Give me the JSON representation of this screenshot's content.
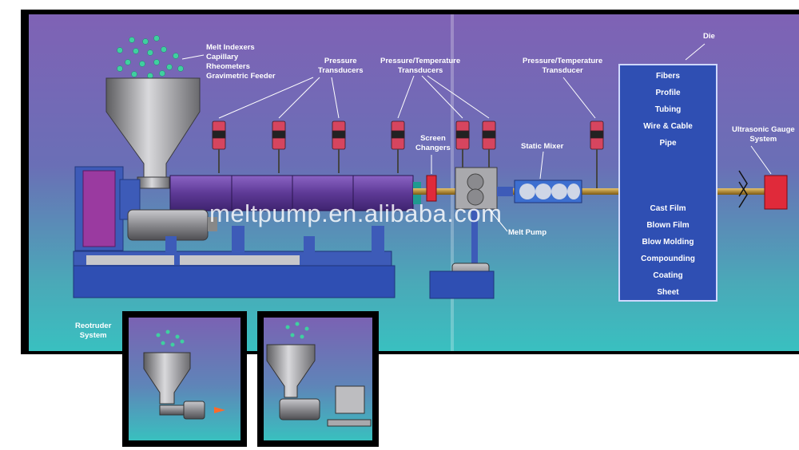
{
  "labels": {
    "melt_indexers": [
      "Melt Indexers",
      "Capillary",
      "Rheometers",
      "Gravimetric Feeder"
    ],
    "pressure_transducers": [
      "Pressure",
      "Transducers"
    ],
    "pt_transducers": [
      "Pressure/Temperature",
      "Transducers"
    ],
    "pt_transducer": [
      "Pressure/Temperature",
      "Transducer"
    ],
    "die": "Die",
    "screen_changers": [
      "Screen",
      "Changers"
    ],
    "static_mixer": "Static Mixer",
    "melt_pump": "Melt Pump",
    "ultrasonic": [
      "Ultrasonic Gauge",
      "System"
    ],
    "reotruder": [
      "Reotruder",
      "System"
    ]
  },
  "die_products_top": [
    "Fibers",
    "Profile",
    "Tubing",
    "Wire & Cable",
    "Pipe"
  ],
  "die_products_bottom": [
    "Cast Film",
    "Blown Film",
    "Blow Molding",
    "Compounding",
    "Coating",
    "Sheet"
  ],
  "watermark": "meltpump.en.alibaba.com",
  "colors": {
    "frame": "#000000",
    "die_blue": "#2f4fb3",
    "barrel_purple": "#6b3fa0",
    "transducer_red": "#d6455f",
    "gauge_red": "#e02a3a",
    "pipe_gold": "#b58a2c"
  }
}
